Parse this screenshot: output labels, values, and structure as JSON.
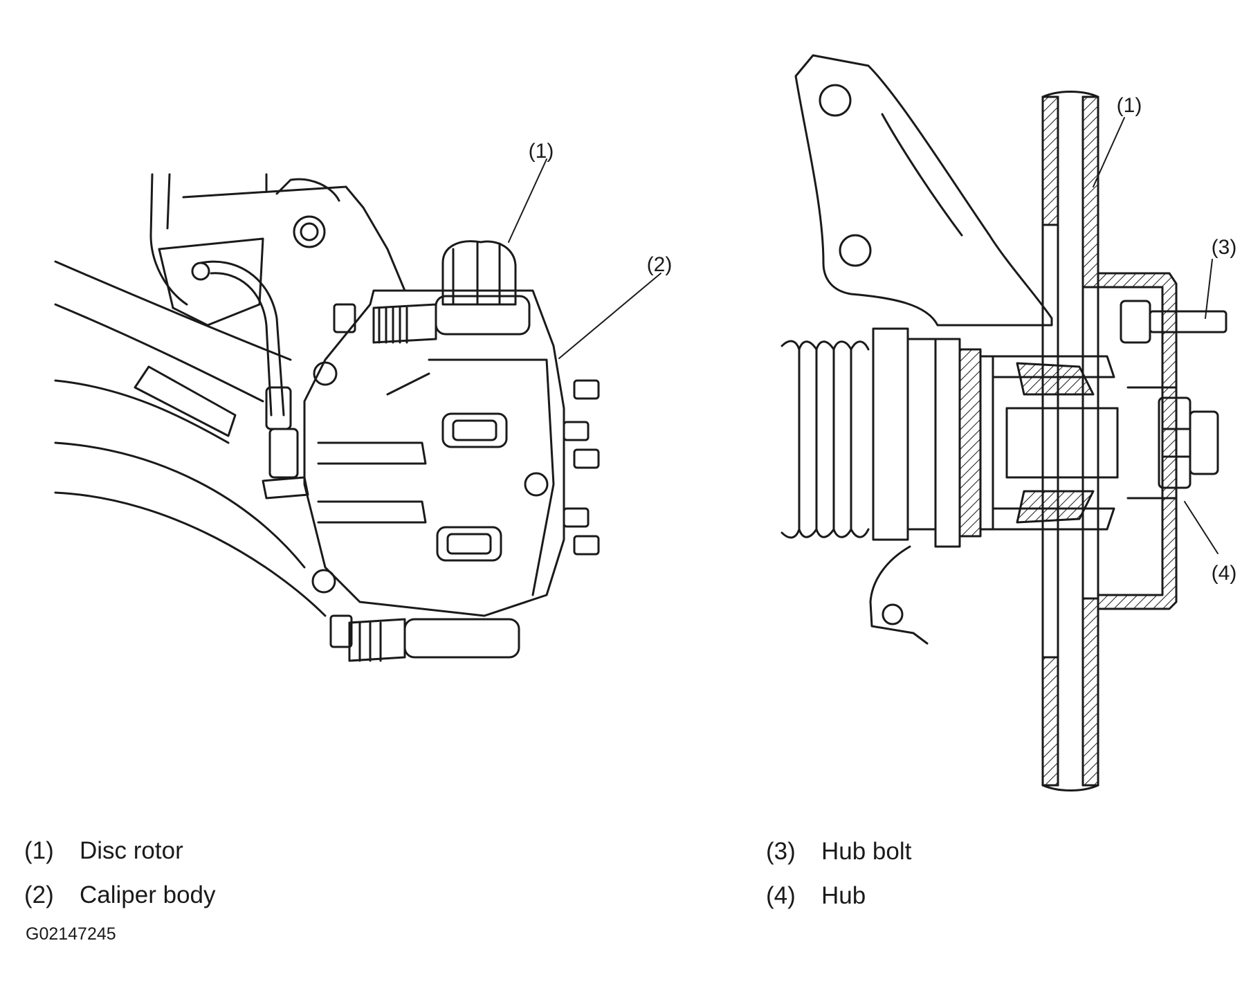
{
  "callouts": {
    "left_1": "(1)",
    "left_2": "(2)",
    "right_1": "(1)",
    "right_3": "(3)",
    "right_4": "(4)"
  },
  "legend": [
    {
      "num": "(1)",
      "label": "Disc rotor"
    },
    {
      "num": "(2)",
      "label": "Caliper body"
    },
    {
      "num": "(3)",
      "label": "Hub bolt"
    },
    {
      "num": "(4)",
      "label": "Hub"
    }
  ],
  "figure_code": "G02147245"
}
